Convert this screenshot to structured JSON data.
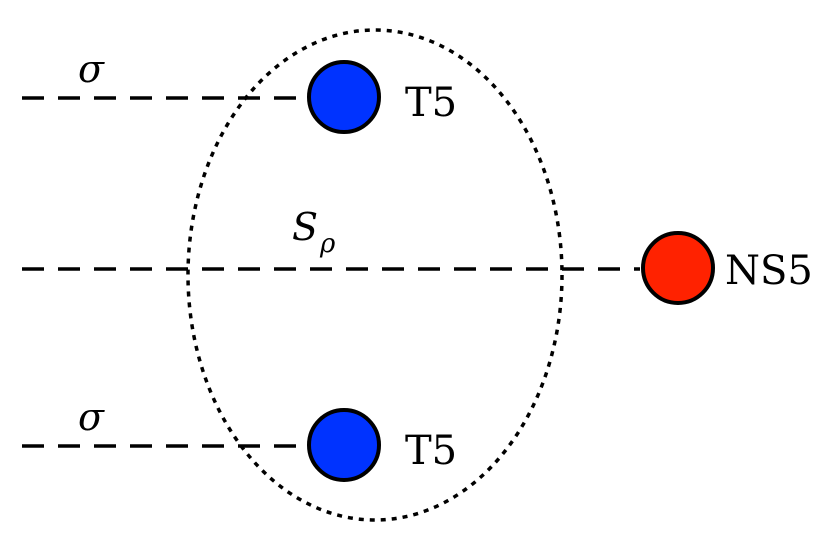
{
  "diagram": {
    "labels": {
      "sigma_top": "σ",
      "sigma_bottom": "σ",
      "s_main": "S",
      "s_sub": "ρ",
      "t5_top": "T5",
      "t5_bottom": "T5",
      "ns5": "NS5"
    },
    "colors": {
      "t5_fill": "#0033ff",
      "ns5_fill": "#ff2200",
      "stroke": "#000000"
    }
  }
}
